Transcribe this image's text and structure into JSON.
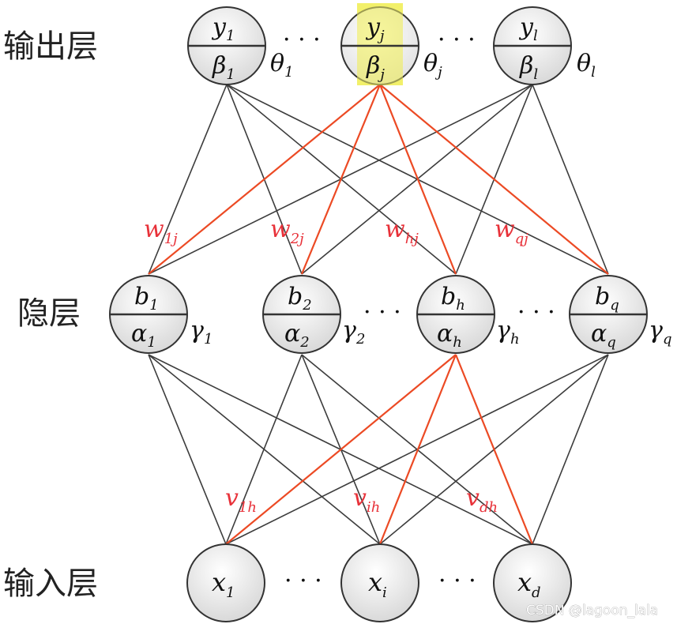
{
  "layers": {
    "output": "输出层",
    "hidden": "隐层",
    "input": "输入层"
  },
  "nodes": {
    "output": [
      {
        "top": "y",
        "top_sub": "1",
        "bottom": "β",
        "bottom_sub": "1",
        "side": "θ",
        "side_sub": "1"
      },
      {
        "top": "y",
        "top_sub": "j",
        "bottom": "β",
        "bottom_sub": "j",
        "side": "θ",
        "side_sub": "j",
        "highlight": true
      },
      {
        "top": "y",
        "top_sub": "l",
        "bottom": "β",
        "bottom_sub": "l",
        "side": "θ",
        "side_sub": "l"
      }
    ],
    "hidden": [
      {
        "top": "b",
        "top_sub": "1",
        "bottom": "α",
        "bottom_sub": "1",
        "side": "γ",
        "side_sub": "1"
      },
      {
        "top": "b",
        "top_sub": "2",
        "bottom": "α",
        "bottom_sub": "2",
        "side": "γ",
        "side_sub": "2"
      },
      {
        "top": "b",
        "top_sub": "h",
        "bottom": "α",
        "bottom_sub": "h",
        "side": "γ",
        "side_sub": "h"
      },
      {
        "top": "b",
        "top_sub": "q",
        "bottom": "α",
        "bottom_sub": "q",
        "side": "γ",
        "side_sub": "q"
      }
    ],
    "input": [
      {
        "top": "x",
        "top_sub": "1"
      },
      {
        "top": "x",
        "top_sub": "i"
      },
      {
        "top": "x",
        "top_sub": "d"
      }
    ]
  },
  "weights": {
    "hidden_output": [
      {
        "sym": "w",
        "sub": "1j"
      },
      {
        "sym": "w",
        "sub": "2j"
      },
      {
        "sym": "w",
        "sub": "hj"
      },
      {
        "sym": "w",
        "sub": "qj"
      }
    ],
    "input_hidden": [
      {
        "sym": "v",
        "sub": "1h"
      },
      {
        "sym": "v",
        "sub": "ih"
      },
      {
        "sym": "v",
        "sub": "dh"
      }
    ]
  },
  "ellipsis": "· · ·",
  "watermark": "CSDN @lagoon_lala",
  "colors": {
    "edge": "#3c3c3c",
    "highlight_edge": "#ec4a24",
    "label_red": "#e8323a",
    "node_fill": "#e9e9e9",
    "highlight_box": "#f2f06a"
  }
}
